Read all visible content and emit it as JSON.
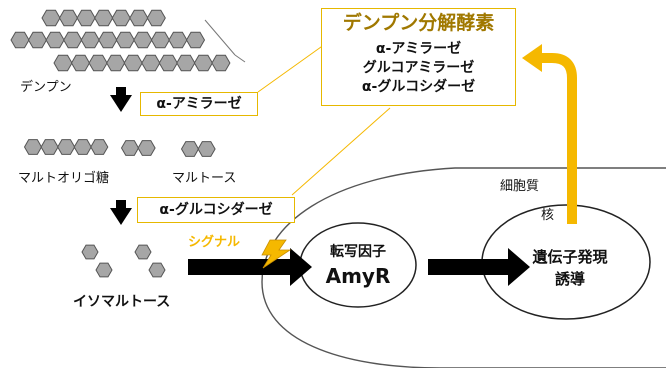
{
  "enzyme_box": {
    "title": "デンプン分解酵素",
    "items": [
      "α-アミラーゼ",
      "グルコアミラーゼ",
      "α-グルコシダーゼ"
    ]
  },
  "labels": {
    "starch": "デンプン",
    "amylase": "α-アミラーゼ",
    "maltooligo": "マルトオリゴ糖",
    "maltose": "マルトース",
    "glucosidase": "α-グルコシダーゼ",
    "isomaltose": "イソマルトース",
    "signal": "シグナル",
    "cytoplasm": "細胞質",
    "nucleus": "核",
    "tf_line1": "転写因子",
    "tf_line2": "AmyR",
    "expr_line1": "遺伝子発現",
    "expr_line2": "誘導"
  },
  "colors": {
    "accent": "#f5b800",
    "title_text": "#a07800",
    "hexagon_fill": "#a6a6a6",
    "hexagon_stroke": "#555555",
    "arrow": "#000000"
  }
}
